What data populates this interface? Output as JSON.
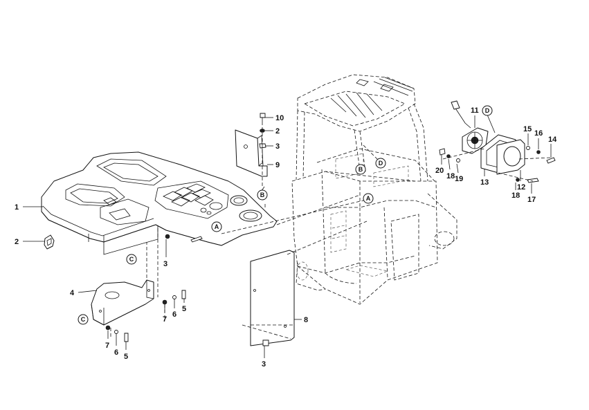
{
  "callouts": {
    "c1": "1",
    "c2a": "2",
    "c3a": "3",
    "c4": "4",
    "c5a": "5",
    "c6a": "6",
    "c7a": "7",
    "c5b": "5",
    "c6b": "6",
    "c7b": "7",
    "c8": "8",
    "c3b": "3",
    "c10": "10",
    "c2b": "2",
    "c3c": "3",
    "c9": "9",
    "c11": "11",
    "c12": "12",
    "c13": "13",
    "c14": "14",
    "c15": "15",
    "c16": "16",
    "c17": "17",
    "c18a": "18",
    "c18b": "18",
    "c19": "19",
    "c20": "20"
  },
  "badges": {
    "a_cover": "A",
    "a_frame": "A",
    "b_bracket": "B",
    "b_frame": "B",
    "c_cover": "C",
    "c_plate": "C",
    "d_frame": "D",
    "d_fan": "D"
  }
}
